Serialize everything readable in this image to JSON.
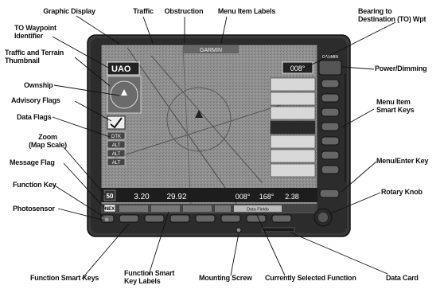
{
  "device": {
    "brand": "GARMIN",
    "power_brand": "GARMIN",
    "screen": {
      "waypoint_id": "UAO",
      "bearing_box": "008°",
      "bottom_left_a": "50",
      "bottom_left_b": "NEX",
      "bottom_left_readout": "3.20",
      "bottom_mid_readout": "29.92",
      "bottom_right_1": "008°",
      "bottom_right_2": "168°",
      "bottom_right_3": "2.38",
      "function_label": "Data Fields"
    },
    "data_flags": [
      "DTK",
      "ALT",
      "ALT",
      "ALT"
    ],
    "menu_items": [
      "",
      "",
      "",
      "",
      "",
      "",
      ""
    ]
  },
  "labels": {
    "graphic_display": "Graphic Display",
    "traffic": "Traffic",
    "obstruction": "Obstruction",
    "menu_item_labels": "Menu Item Labels",
    "bearing_line1": "Bearing to",
    "bearing_line2": "Destination (TO)  Wpt",
    "to_wpt_line1": "TO Waypoint",
    "to_wpt_line2": "Identifier",
    "traffic_terrain_line1": "Traffic and Terrain",
    "traffic_terrain_line2": "Thumbnail",
    "ownship": "Ownship",
    "advisory_flags": "Advisory Flags",
    "data_flags": "Data Flags",
    "zoom_line1": "Zoom",
    "zoom_line2": "(Map Scale)",
    "message_flag": "Message Flag",
    "function_key": "Function Key",
    "photosensor": "Photosensor",
    "power_dimming": "Power/Dimming",
    "menu_smart_line1": "Menu Item",
    "menu_smart_line2": "Smart Keys",
    "menu_enter_key": "Menu/Enter Key",
    "rotary_knob": "Rotary Knob",
    "function_smart_keys": "Function Smart Keys",
    "function_smart_labels_line1": "Function Smart",
    "function_smart_labels_line2": "Key Labels",
    "mounting_screw": "Mounting Screw",
    "currently_selected_function": "Currently Selected Function",
    "data_card": "Data Card"
  },
  "colors": {
    "bezel": "#3a3a3a",
    "screen": "#8d8d8d",
    "ink": "#111111"
  }
}
